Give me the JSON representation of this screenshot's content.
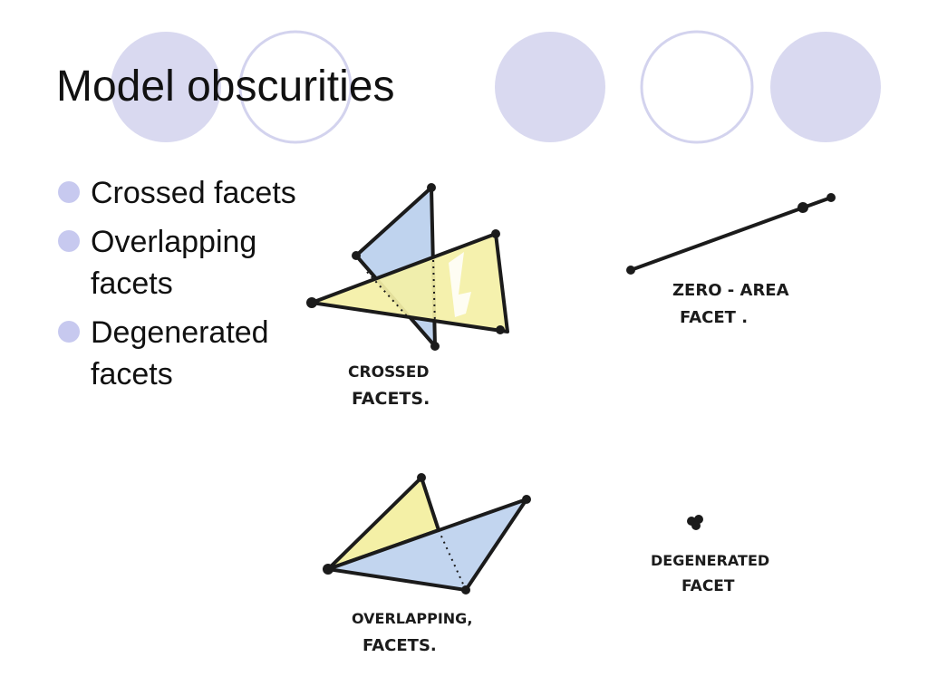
{
  "slide": {
    "title": "Model obscurities",
    "bullets": [
      {
        "line1": "Crossed facets",
        "line2": ""
      },
      {
        "line1": "Overlapping",
        "line2": "facets"
      },
      {
        "line1": "Degenerated",
        "line2": "facets"
      }
    ]
  },
  "sketch_labels": {
    "crossed": [
      "CROSSED",
      "FACETS."
    ],
    "zero_area": [
      "ZERO - AREA",
      "FACET ."
    ],
    "overlapping": [
      "OVERLAPPING,",
      "FACETS."
    ],
    "degenerated": [
      "DEGENERATED",
      "FACET"
    ]
  },
  "colors": {
    "circle_fill": "#d9d9f0",
    "circle_stroke": "#d3d3ee",
    "bullet": "#c7c9ef",
    "facet_blue": "#bfd3ee",
    "facet_yellow": "#f4f0a6"
  }
}
